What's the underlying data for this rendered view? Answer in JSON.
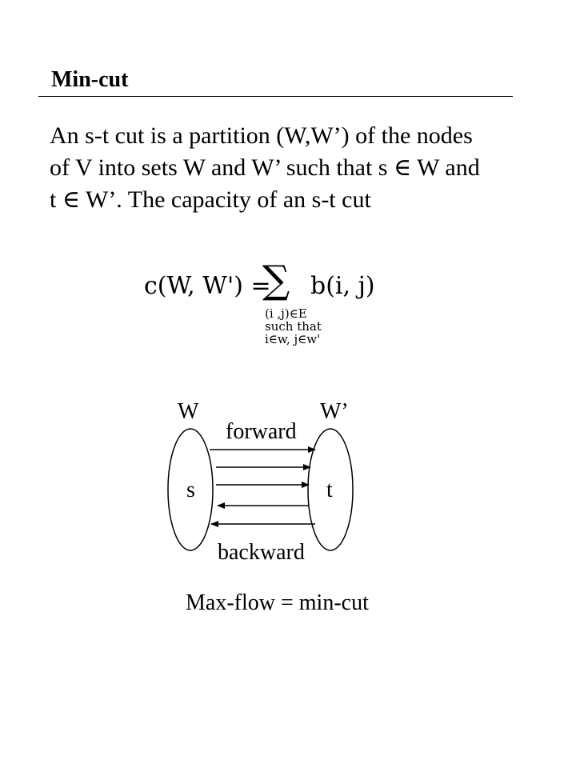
{
  "title": "Min-cut",
  "paragraph": {
    "line1": "An s-t cut is a partition (W,W’) of the nodes",
    "line2": "of V into sets W and W’ such that s ∈ W and",
    "line3": "t ∈ W’. The capacity of an s-t cut"
  },
  "formula": {
    "lhs": "c(W, W') =",
    "sum": "∑",
    "rhs": "b(i, j)",
    "sub1": "(i ,j)∈E",
    "sub2": "such that",
    "sub3": "i∈w, j∈w'"
  },
  "diagram": {
    "set_left_label": "W",
    "set_right_label": "W’",
    "node_source": "s",
    "node_sink": "t",
    "forward_label": "forward",
    "backward_label": "backward"
  },
  "conclusion": "Max-flow = min-cut"
}
